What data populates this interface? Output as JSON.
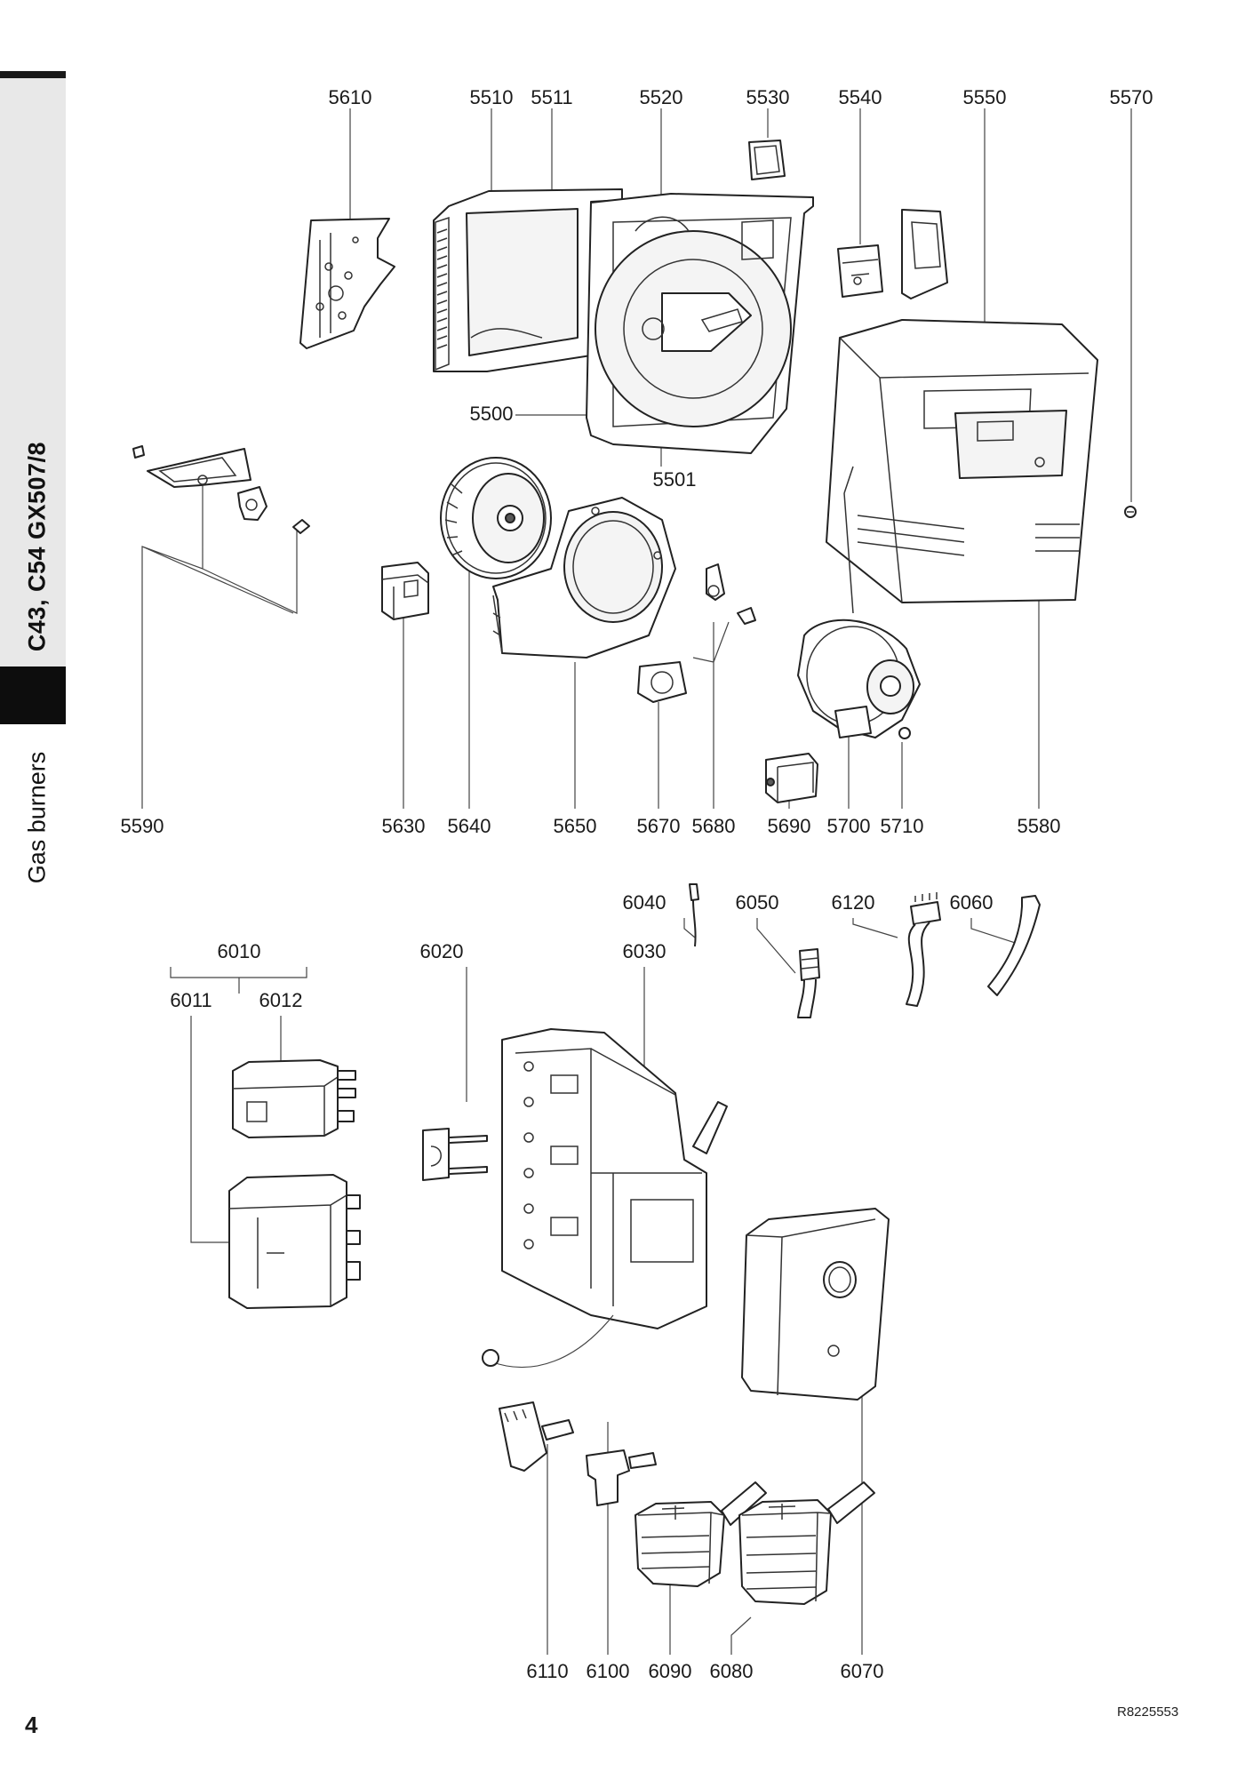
{
  "sidebar": {
    "title": "C43, C54 GX507/8",
    "section": "Gas burners"
  },
  "page_number": "4",
  "doc_code": "R8225553",
  "callouts": {
    "c5610": "5610",
    "c5510": "5510",
    "c5511": "5511",
    "c5520": "5520",
    "c5530": "5530",
    "c5540": "5540",
    "c5550": "5550",
    "c5570": "5570",
    "c5500": "5500",
    "c5501": "5501",
    "c5590": "5590",
    "c5630": "5630",
    "c5640": "5640",
    "c5650": "5650",
    "c5670": "5670",
    "c5680": "5680",
    "c5690": "5690",
    "c5700": "5700",
    "c5710": "5710",
    "c5580": "5580",
    "c6040": "6040",
    "c6050": "6050",
    "c6120": "6120",
    "c6060": "6060",
    "c6010": "6010",
    "c6020": "6020",
    "c6030": "6030",
    "c6011": "6011",
    "c6012": "6012",
    "c6110": "6110",
    "c6100": "6100",
    "c6090": "6090",
    "c6080": "6080",
    "c6070": "6070"
  }
}
